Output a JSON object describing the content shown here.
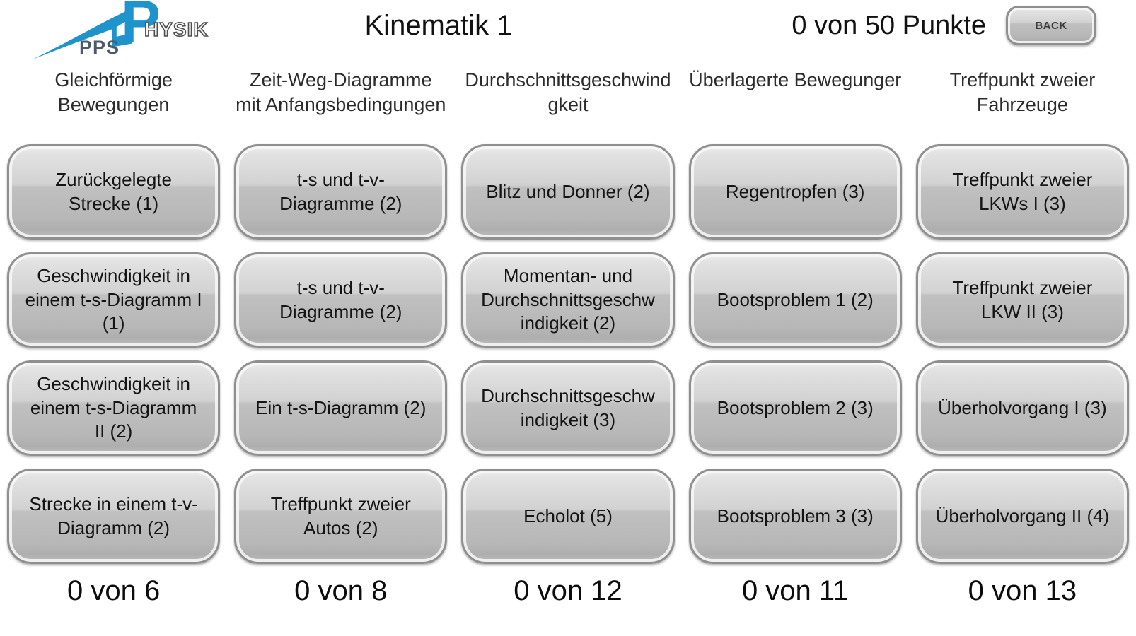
{
  "header": {
    "logo": {
      "pps": "PPS",
      "p": "P",
      "hysik": "HYSIK"
    },
    "title": "Kinematik 1",
    "score_total": "0 von 50 Punkte",
    "back_label": "BACK"
  },
  "colors": {
    "brand_blue": "#1E93CC",
    "button_gray": "#C6C6C6",
    "text": "#1B1B1B"
  },
  "columns": [
    {
      "header": "Gleichförmige\nBewegungen",
      "buttons": [
        "Zurückgelegte\nStrecke (1)",
        "Geschwindigkeit in\neinem t-s-Diagramm I\n(1)",
        "Geschwindigkeit in\neinem t-s-Diagramm\nII (2)",
        "Strecke in einem t-v-\nDiagramm (2)"
      ],
      "score": "0 von 6"
    },
    {
      "header": "Zeit-Weg-Diagramme\nmit Anfangsbedingungen",
      "buttons": [
        "t-s und t-v-\nDiagramme (2)",
        "t-s und t-v-\nDiagramme (2)",
        "Ein t-s-Diagramm (2)",
        "Treffpunkt zweier\nAutos (2)"
      ],
      "score": "0 von 8"
    },
    {
      "header": "Durchschnittsgeschwind\ngkeit",
      "buttons": [
        "Blitz und Donner (2)",
        "Momentan- und\nDurchschnittsgeschw\nindigkeit (2)",
        "Durchschnittsgeschw\nindigkeit (3)",
        "Echolot (5)"
      ],
      "score": "0 von 12"
    },
    {
      "header": "Überlagerte Bewegunger",
      "buttons": [
        "Regentropfen (3)",
        "Bootsproblem 1 (2)",
        "Bootsproblem 2 (3)",
        "Bootsproblem 3 (3)"
      ],
      "score": "0 von 11"
    },
    {
      "header": "Treffpunkt zweier\nFahrzeuge",
      "buttons": [
        "Treffpunkt zweier\nLKWs I (3)",
        "Treffpunkt zweier\nLKW II (3)",
        "Überholvorgang I (3)",
        "Überholvorgang II (4)"
      ],
      "score": "0 von 13"
    }
  ]
}
